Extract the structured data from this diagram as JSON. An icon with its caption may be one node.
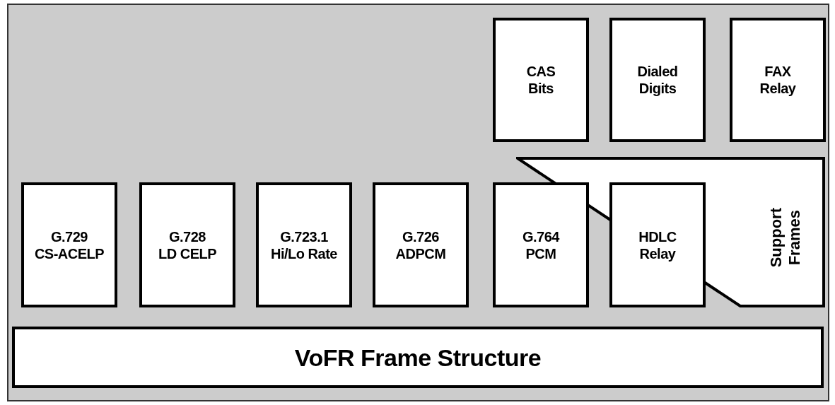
{
  "diagram": {
    "nodes": [
      {
        "text": [
          "CAS Bits"
        ]
      },
      {
        "text": [
          "Dialed Digits"
        ]
      },
      {
        "text": [
          "FAX Relay"
        ]
      },
      {
        "text": [
          "Support Frames"
        ]
      },
      {
        "text": [
          "G.729",
          "CS-ACELP"
        ]
      },
      {
        "text": [
          "G.728",
          "LD CELP"
        ]
      },
      {
        "text": [
          "G.723.1",
          "Hi/Lo Rate"
        ]
      },
      {
        "text": [
          "G.726",
          "ADPCM"
        ]
      },
      {
        "text": [
          "G.764",
          "PCM"
        ]
      },
      {
        "text": [
          "HDLC Relay"
        ],
        "in": 3
      },
      {
        "text": [
          "VoFR Frame Structure"
        ]
      }
    ]
  }
}
